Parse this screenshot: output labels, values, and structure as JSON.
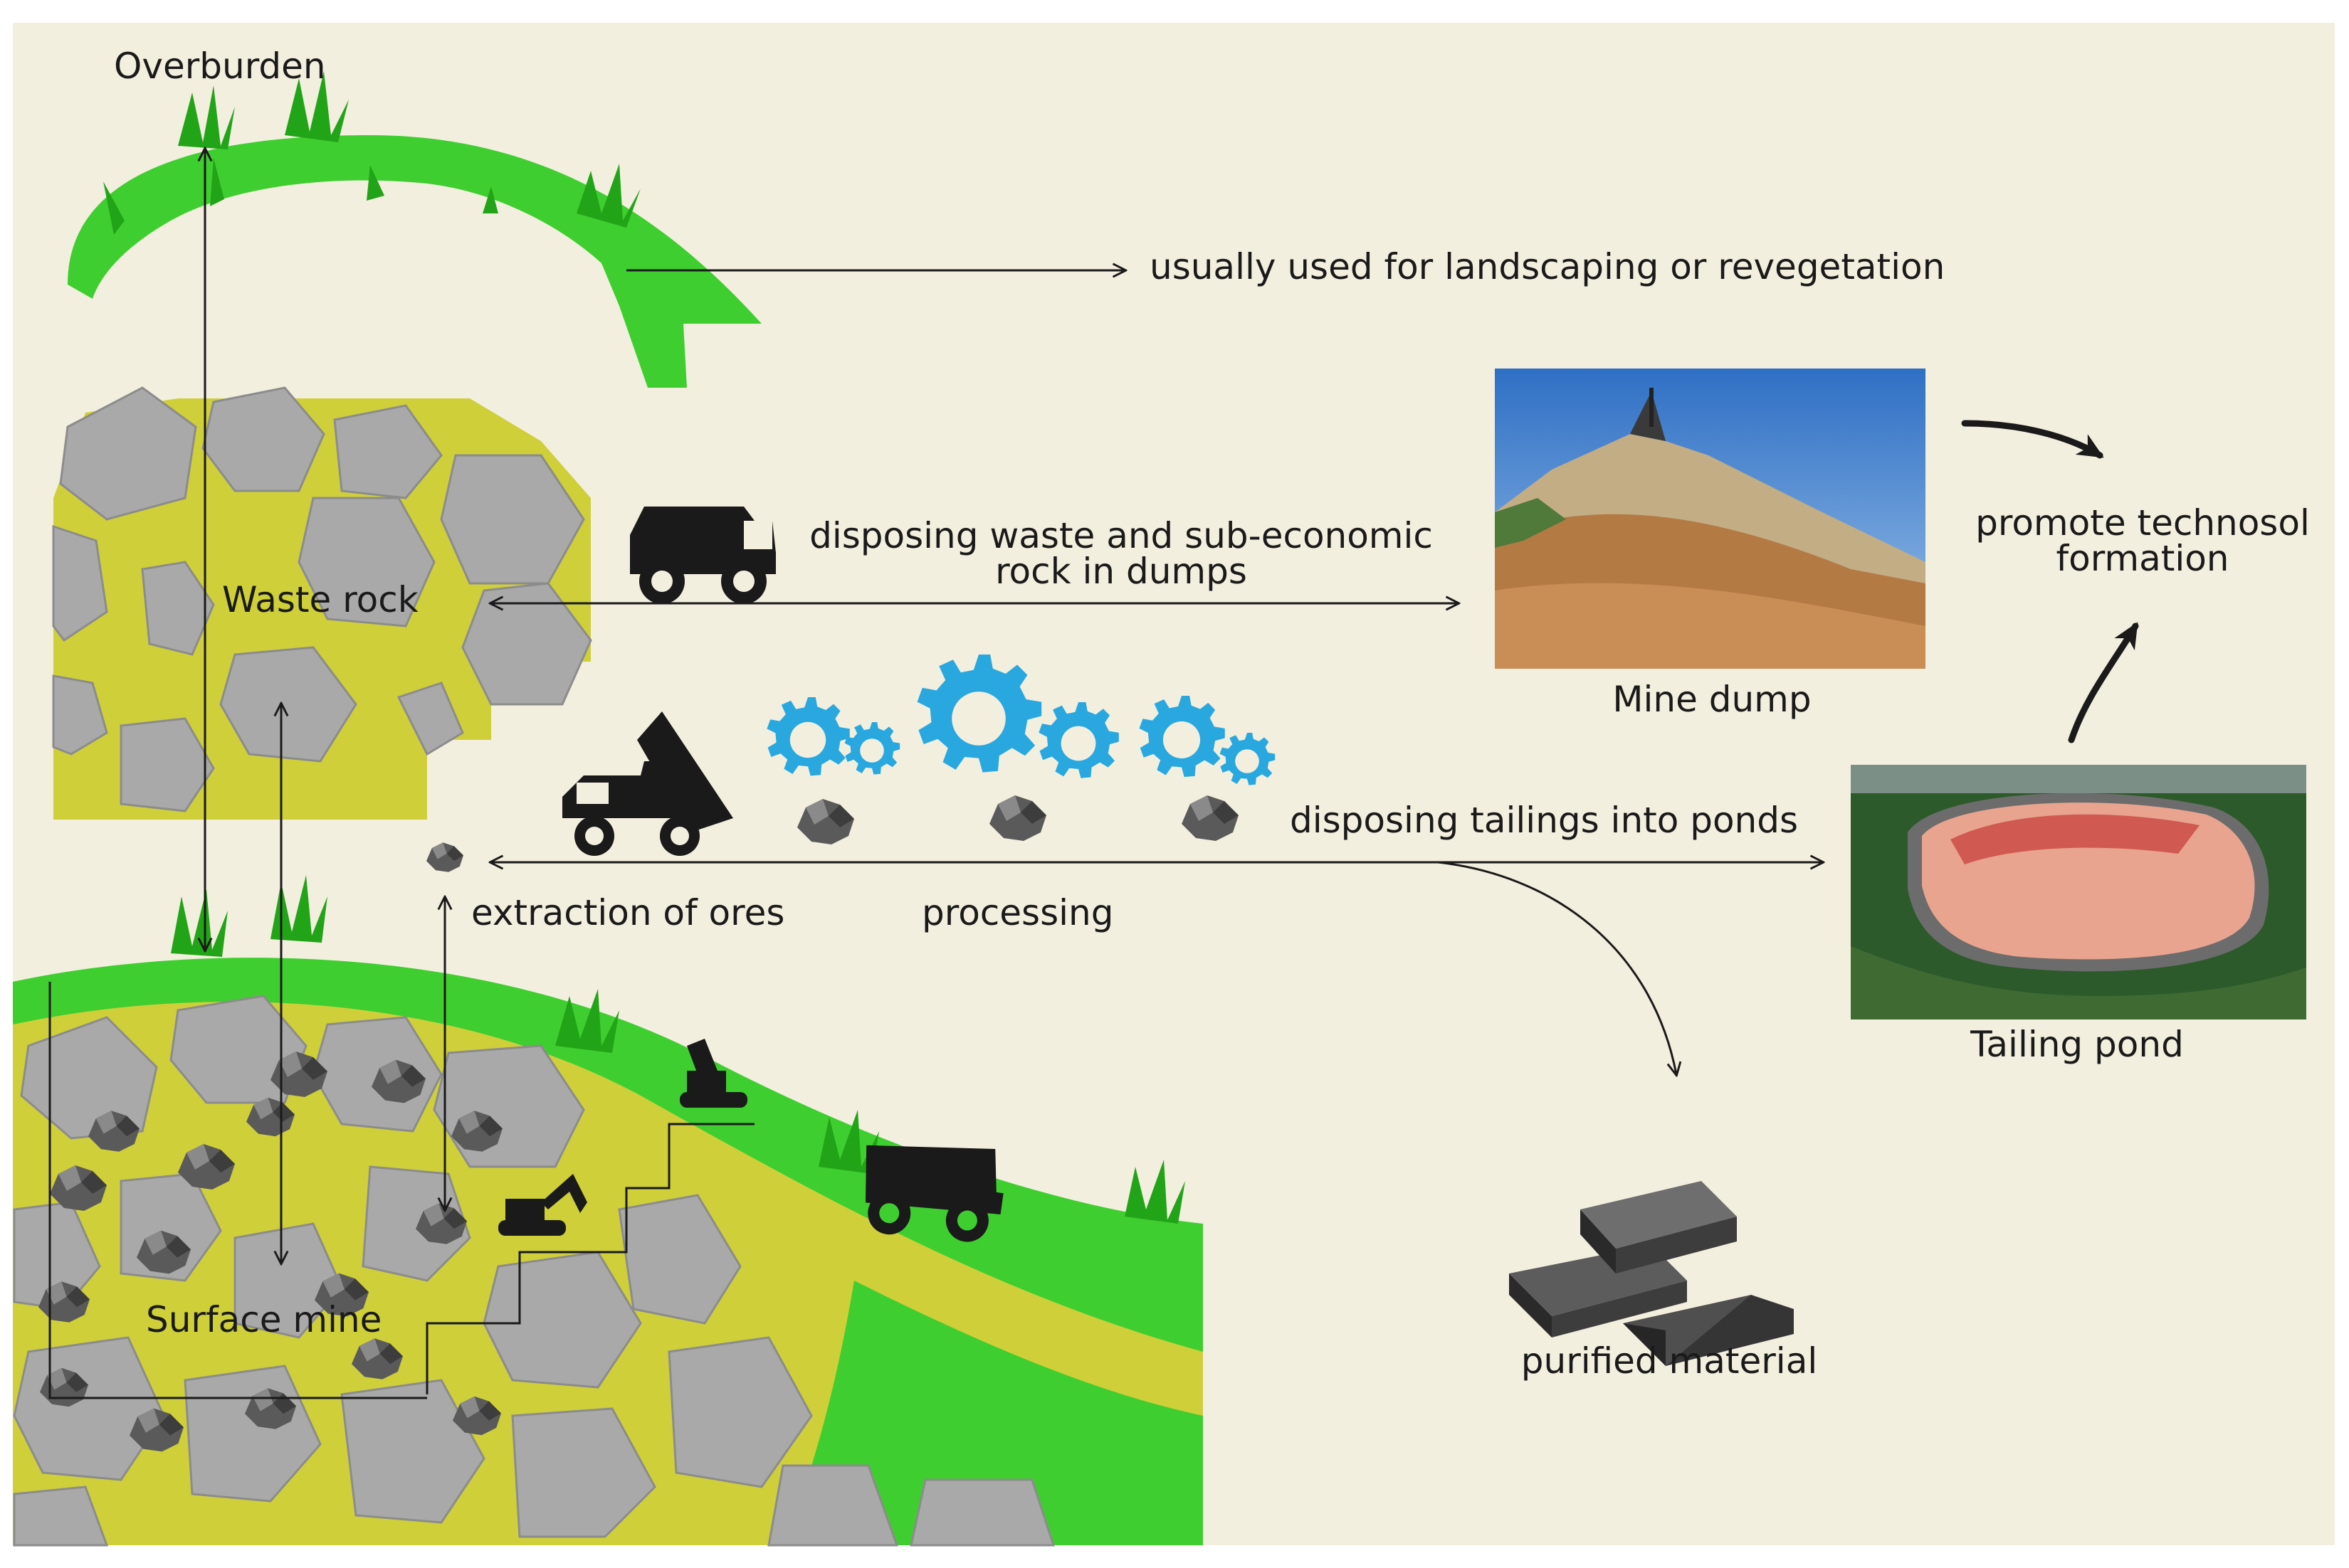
{
  "labels": {
    "overburden": "Overburden",
    "landscaping": "usually used for landscaping or revegetation",
    "waste_rock": "Waste rock",
    "disposing_waste_line1": "disposing waste and sub-economic",
    "disposing_waste_line2": "rock in dumps",
    "mine_dump": "Mine dump",
    "technosol_line1": "promote technosol",
    "technosol_line2": "formation",
    "disposing_tailings": "disposing tailings into ponds",
    "extraction": "extraction of ores",
    "processing": "processing",
    "tailing_pond": "Tailing pond",
    "surface_mine": "Surface mine",
    "purified_material": "purified material"
  },
  "colors": {
    "background": "#f3efdf",
    "grass": "#3fce2f",
    "grass_dark": "#22a418",
    "soil_yellow": "#cfcf3a",
    "rock": "#a9a9a9",
    "rock_dark": "#7b7b7b",
    "gear": "#29a8e0",
    "arrow": "#1a1a1a"
  },
  "icons": [
    "dump-truck-icon",
    "tipper-truck-icon",
    "gear-icon",
    "ore-icon",
    "excavator-icon",
    "metal-ingot-icon"
  ]
}
